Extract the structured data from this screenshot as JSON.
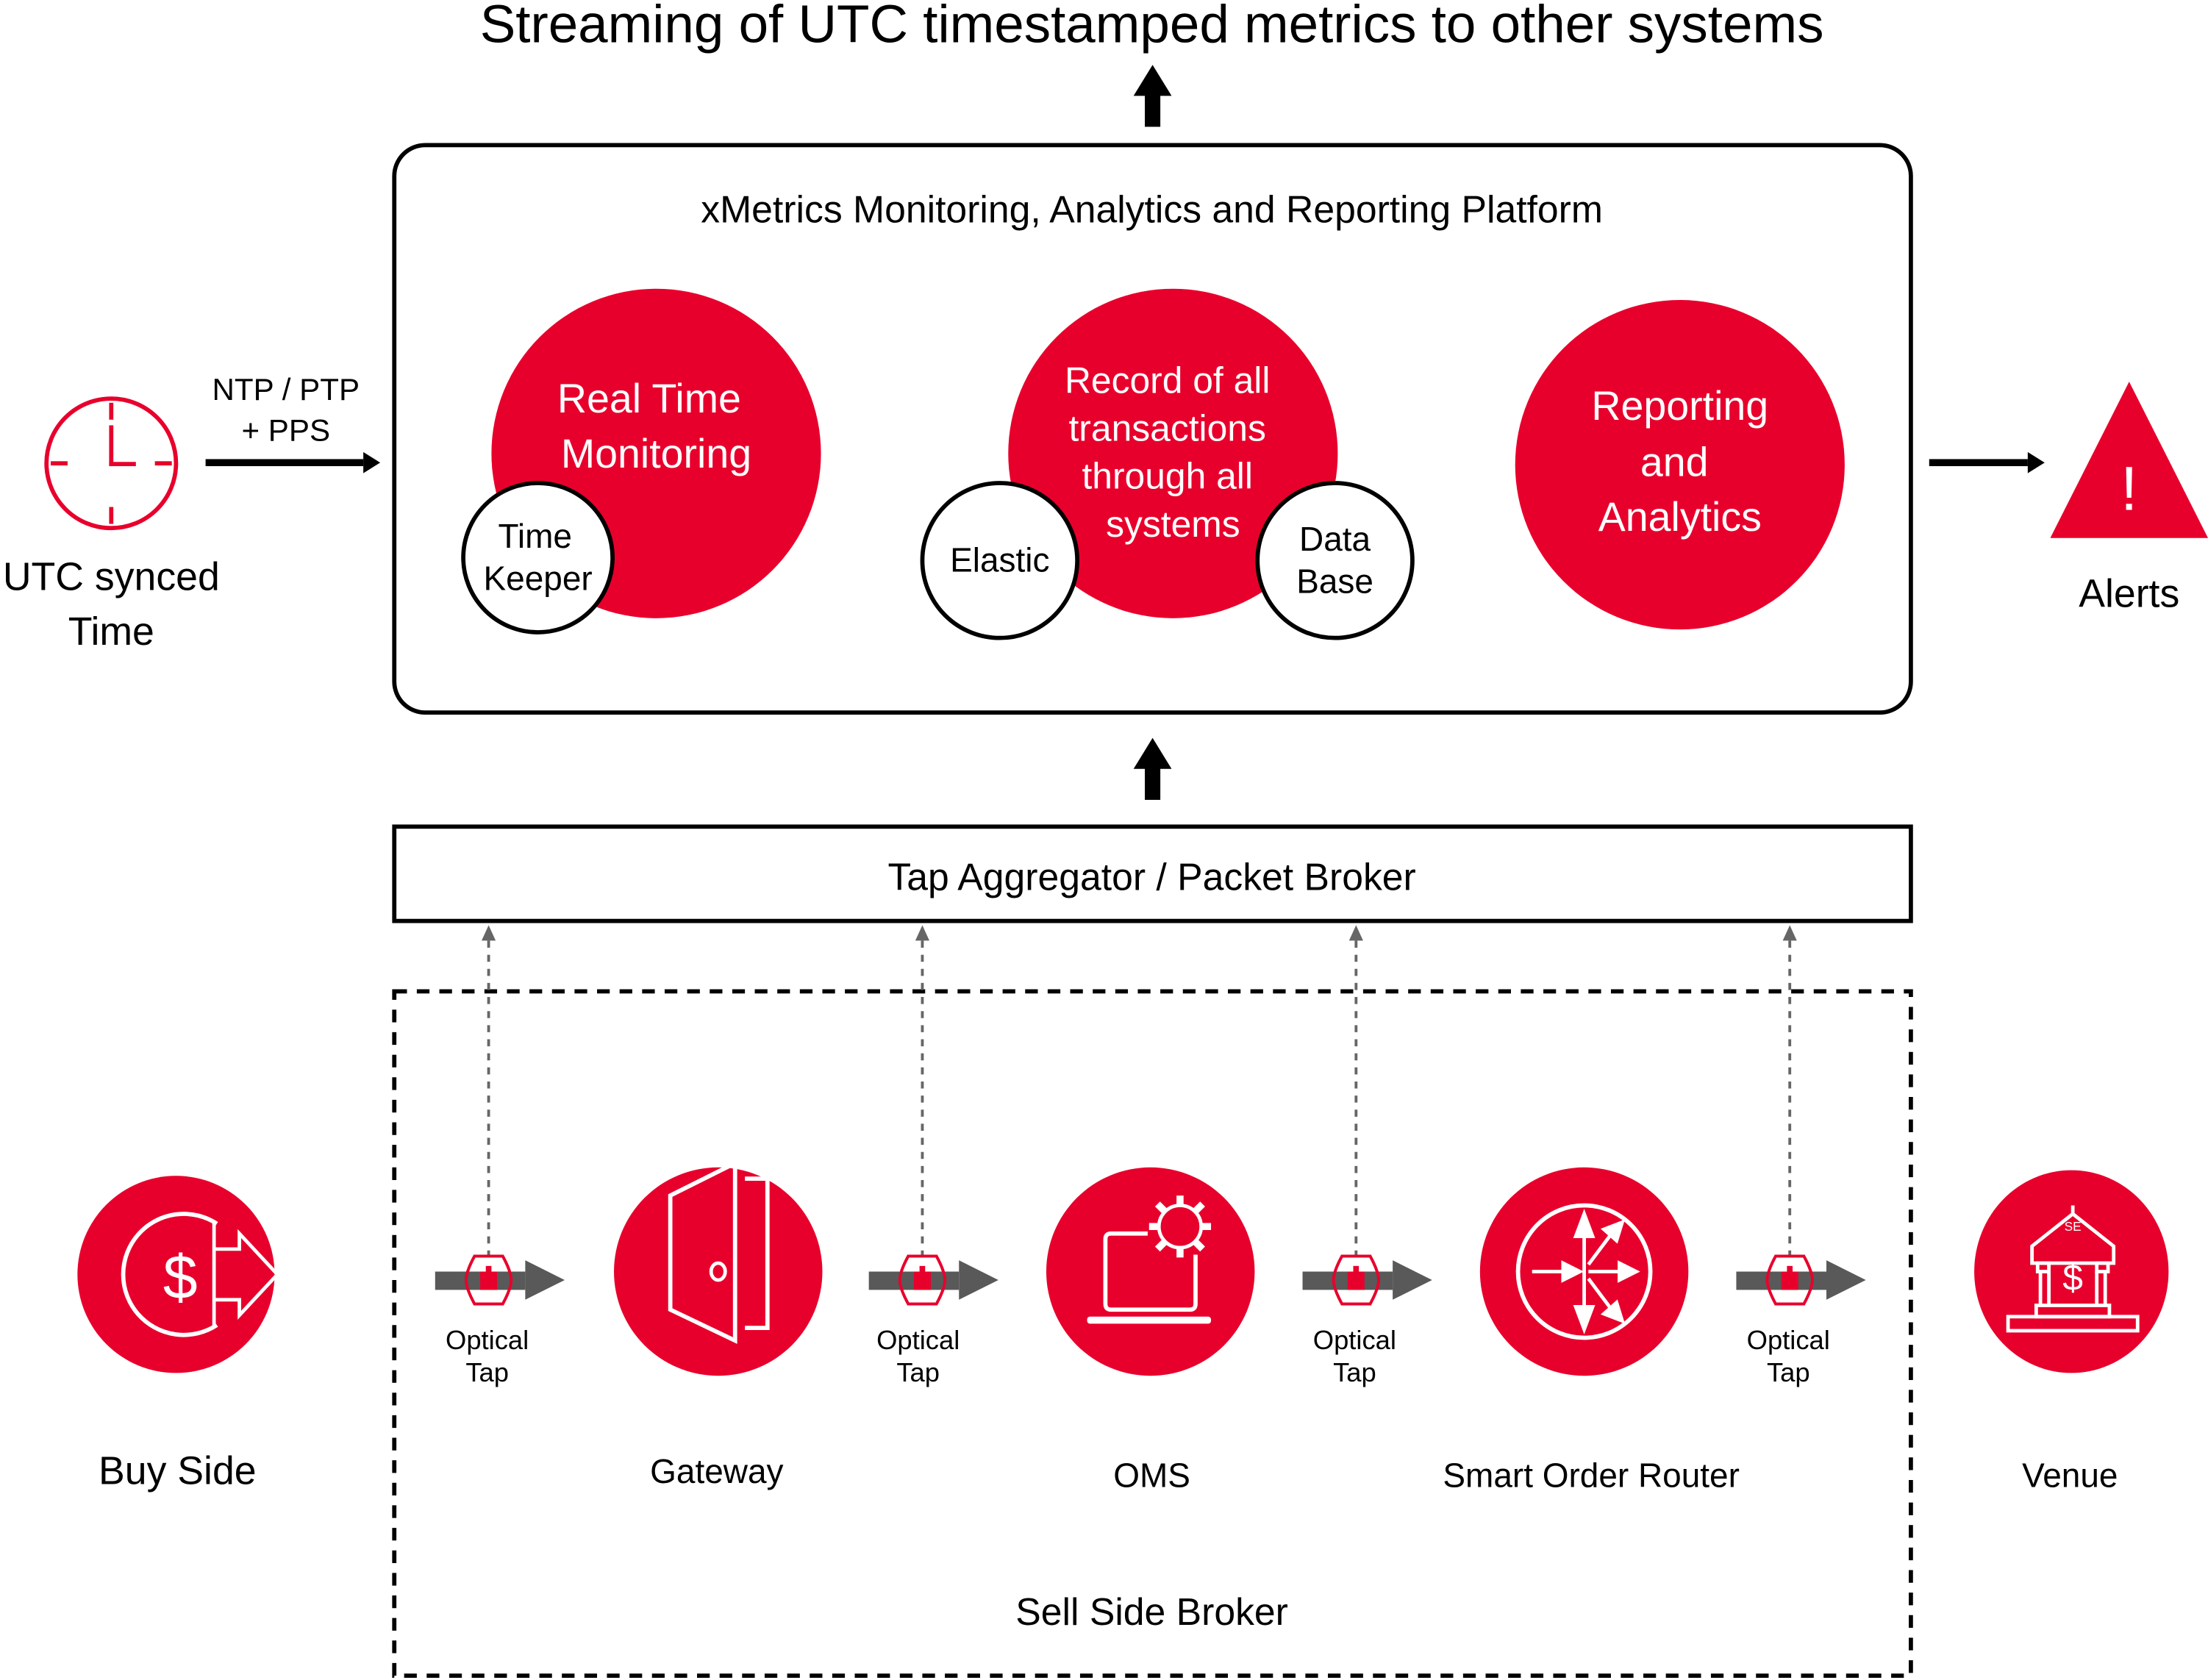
{
  "title": "Streaming of UTC timestamped metrics to other systems",
  "colors": {
    "accent": "#E8002C",
    "tap_arrow": "#595959",
    "tap_dotted": "#666666",
    "text": "#000000"
  },
  "time_source": {
    "label_line1": "UTC synced",
    "label_line2": "Time",
    "icon": "clock-icon",
    "protocol_line1": "NTP / PTP",
    "protocol_line2": "+ PPS"
  },
  "platform": {
    "title": "xMetrics Monitoring, Analytics and Reporting Platform",
    "modules": [
      {
        "lines": [
          "Real Time",
          "Monitoring"
        ],
        "sub": [
          {
            "lines": [
              "Time",
              "Keeper"
            ]
          }
        ]
      },
      {
        "lines": [
          "Record of all",
          "transactions",
          "through all",
          "systems"
        ],
        "sub": [
          {
            "lines": [
              "Elastic"
            ]
          },
          {
            "lines": [
              "Data",
              "Base"
            ]
          }
        ]
      },
      {
        "lines": [
          "Reporting",
          "and",
          "Analytics"
        ],
        "sub": []
      }
    ]
  },
  "alerts": {
    "label": "Alerts",
    "icon": "warning-triangle-icon",
    "symbol": "!"
  },
  "aggregator": {
    "label": "Tap Aggregator / Packet Broker"
  },
  "sell_side": {
    "label": "Sell Side Broker"
  },
  "nodes": [
    {
      "label": "Buy Side",
      "icon": "dollar-cycle-icon"
    },
    {
      "label": "Gateway",
      "icon": "door-icon"
    },
    {
      "label": "OMS",
      "icon": "laptop-gear-icon"
    },
    {
      "label": "Smart Order Router",
      "icon": "router-icon"
    },
    {
      "label": "Venue",
      "icon": "stock-exchange-icon",
      "badge": "SE",
      "symbol": "$"
    }
  ],
  "taps": [
    {
      "line1": "Optical",
      "line2": "Tap"
    },
    {
      "line1": "Optical",
      "line2": "Tap"
    },
    {
      "line1": "Optical",
      "line2": "Tap"
    },
    {
      "line1": "Optical",
      "line2": "Tap"
    }
  ],
  "buy_side_symbol": "$"
}
